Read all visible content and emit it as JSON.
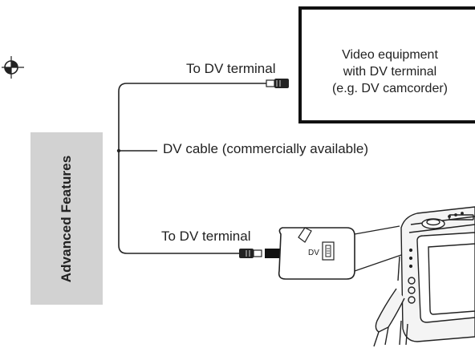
{
  "side_tab": {
    "label": "Advanced Features"
  },
  "device_box": {
    "lines": [
      "Video equipment",
      "with DV terminal",
      "(e.g. DV camcorder)"
    ]
  },
  "connection": {
    "top_terminal_label": "To DV terminal",
    "cable_label": "DV cable (commercially available)",
    "bottom_terminal_label": "To DV terminal",
    "port_label": "DV"
  },
  "colors": {
    "side_tab_bg": "#d2d2d2",
    "line": "#222222",
    "box_border": "#111111"
  },
  "icons": [
    "registration-mark-icon",
    "dv-plug-icon",
    "arrow-right-icon",
    "camera-illustration-icon"
  ]
}
